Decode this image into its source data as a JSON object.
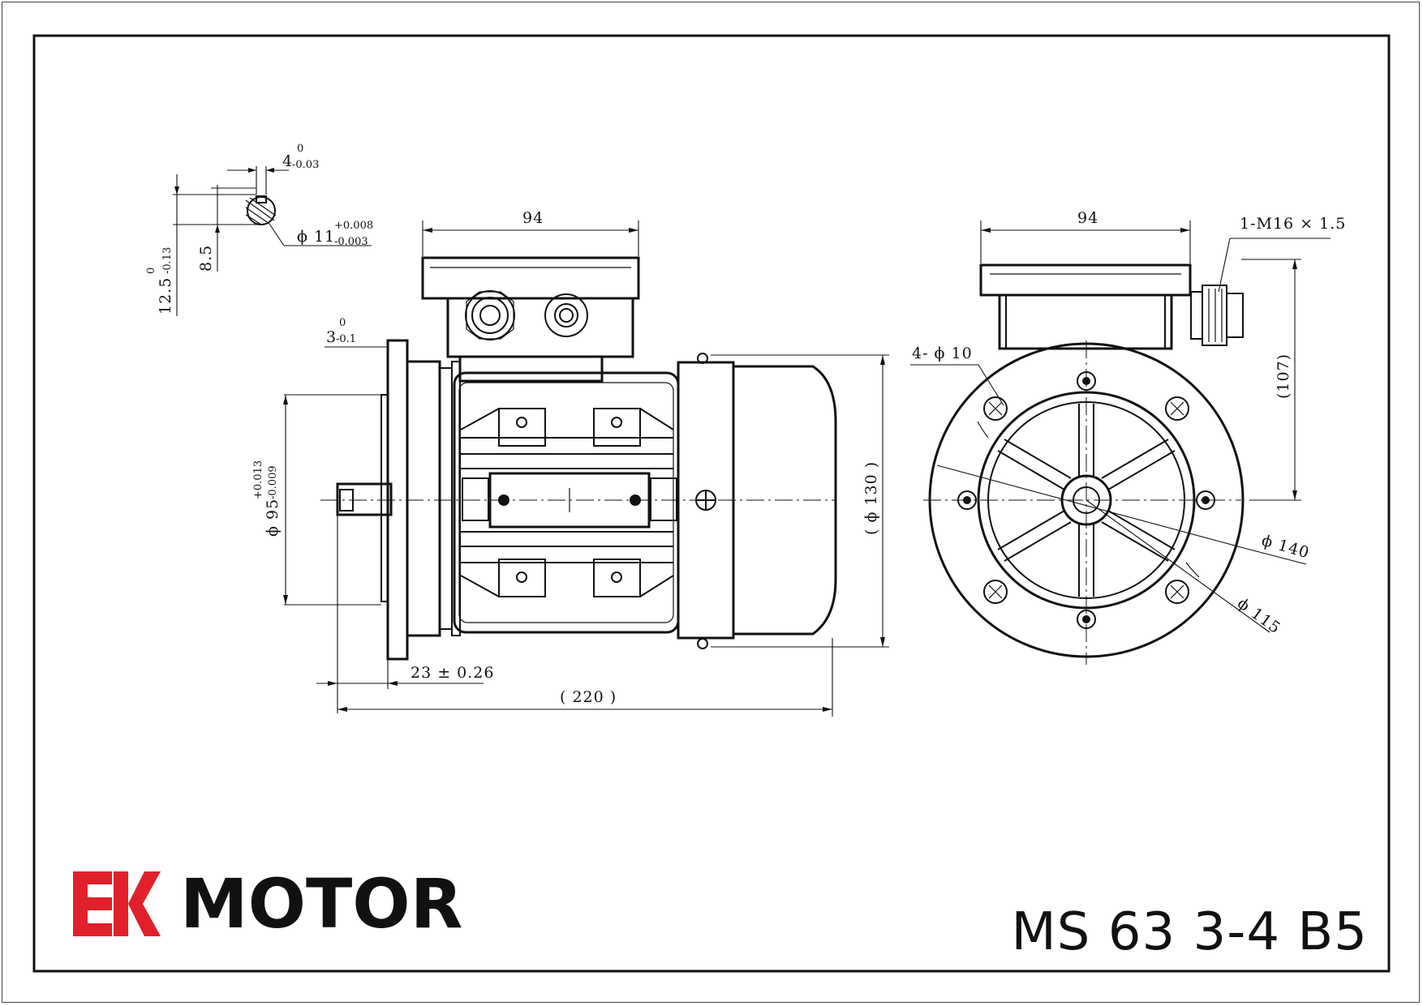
{
  "drawing": {
    "key_width": "4",
    "key_width_tol_upper": "0",
    "key_width_tol_lower": "-0.03",
    "shaft_key_height": "12.5",
    "shaft_key_height_tol_upper": "0",
    "shaft_key_height_tol_lower": "-0.13",
    "key_depth": "8.5",
    "shaft_dia_text": "ϕ 11",
    "shaft_dia_tol_upper": "+0.008",
    "shaft_dia_tol_lower": "-0.003",
    "flange_thickness": "3",
    "flange_thickness_tol_upper": "0",
    "flange_thickness_tol_lower": "-0.1",
    "spigot_dia_text": "ϕ 95",
    "spigot_dia_tol_upper": "+0.013",
    "spigot_dia_tol_lower": "-0.009",
    "terminal_box_width_side": "94",
    "terminal_box_width_end": "94",
    "body_dia": "( ϕ 130 )",
    "shaft_length": "23 ± 0.26",
    "overall_length": "( 220 )",
    "cable_gland": "1-M16 × 1.5",
    "mount_holes": "4- ϕ 10",
    "height_dim": "(107)",
    "pcd_outer": "ϕ 140",
    "pcd_inner": "ϕ 115"
  },
  "brand": {
    "logo_mark": "EK",
    "name": "MOTOR",
    "logo_color": "#e0202a"
  },
  "title_block": {
    "model": "MS 63 3-4 B5"
  }
}
